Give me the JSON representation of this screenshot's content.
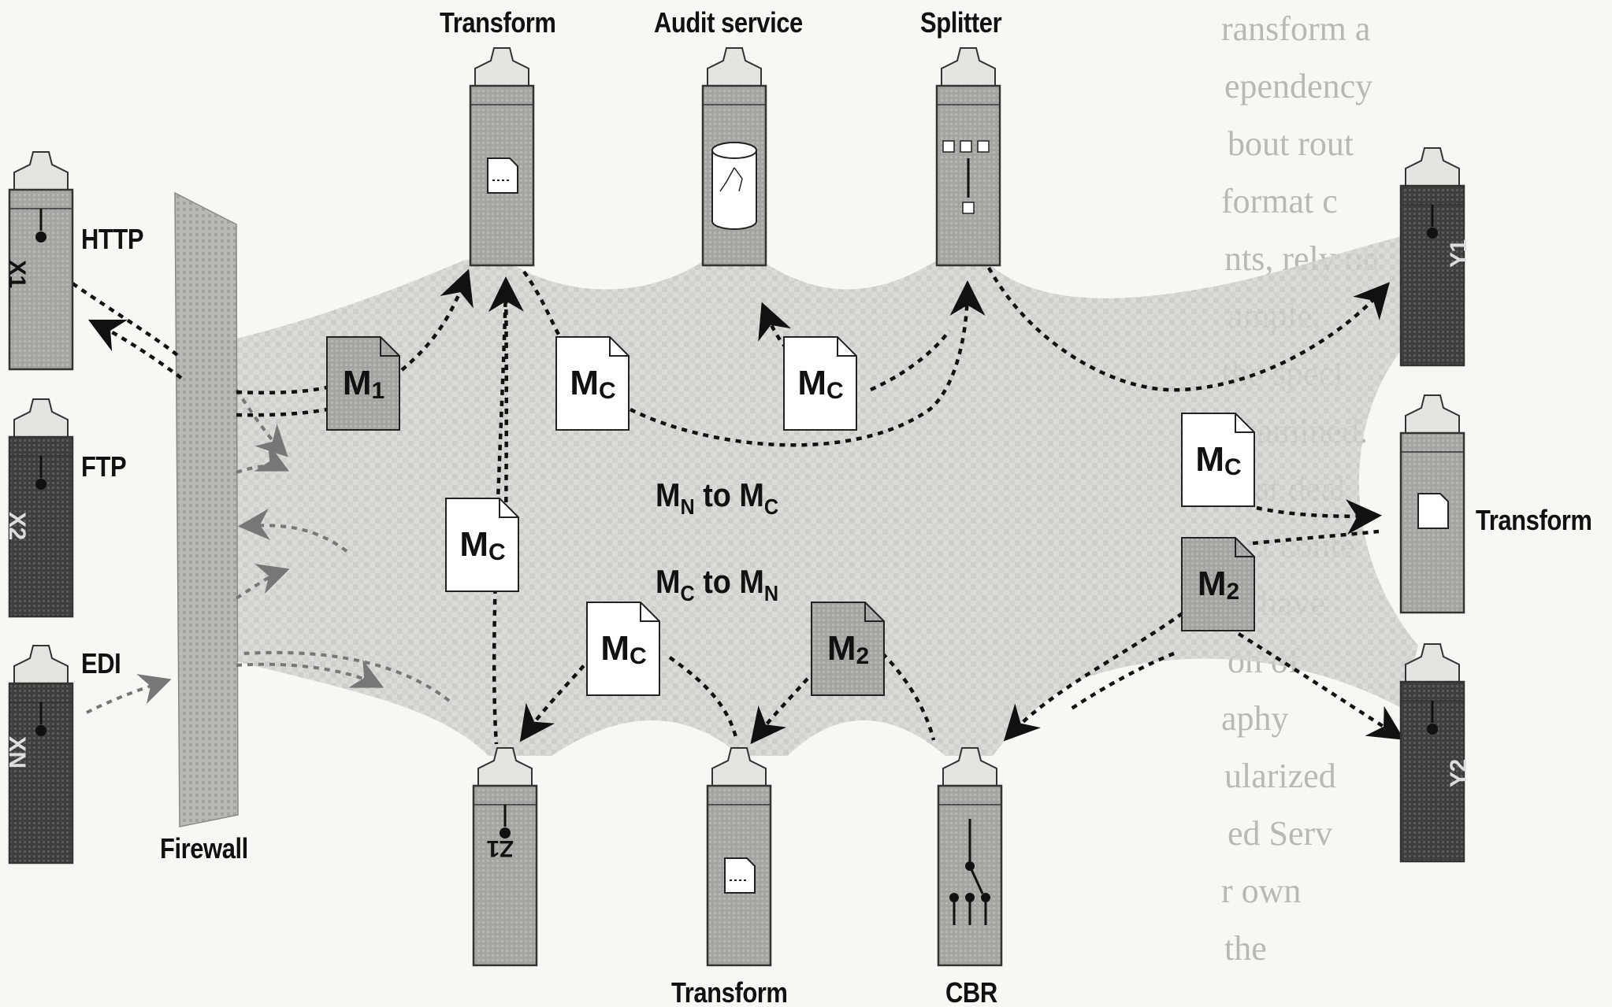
{
  "labels": {
    "transform_top": "Transform",
    "audit_service": "Audit service",
    "splitter": "Splitter",
    "http": "HTTP",
    "ftp": "FTP",
    "edi": "EDI",
    "firewall": "Firewall",
    "transform_right": "Transform",
    "transform_bottom": "Transform",
    "cbr": "CBR"
  },
  "flow_labels": {
    "mn_to_mc": {
      "m1": "M",
      "s1": "N",
      "mid": " to ",
      "m2": "M",
      "s2": "C"
    },
    "mc_to_mn": {
      "m1": "M",
      "s1": "C",
      "mid": " to ",
      "m2": "M",
      "s2": "N"
    }
  },
  "documents": {
    "m1": {
      "main": "M",
      "sub": "1"
    },
    "mc_top_a": {
      "main": "M",
      "sub": "C"
    },
    "mc_top_b": {
      "main": "M",
      "sub": "C"
    },
    "mc_left": {
      "main": "M",
      "sub": "C"
    },
    "mc_bottom": {
      "main": "M",
      "sub": "C"
    },
    "m2_bottom": {
      "main": "M",
      "sub": "2"
    },
    "mc_right": {
      "main": "M",
      "sub": "C"
    },
    "m2_right": {
      "main": "M",
      "sub": "2"
    }
  },
  "endpoints": {
    "x1": "X1",
    "x2": "X2",
    "xn": "XN",
    "y1": "Y1",
    "y2": "Y2",
    "z1": "Z1"
  },
  "background_text": [
    "ransform a",
    "ependency",
    "bout rout",
    "format c",
    "nts, rely on",
    "ample,",
    "the speci",
    "examined.",
    "reat deal",
    "lect conte",
    "re have",
    "on of",
    "aphy",
    "ularized",
    "ed Serv",
    "r own",
    "the"
  ],
  "colors": {
    "cloud": "#d4d4d0",
    "service_light": "#a8a8a4",
    "service_dark": "#4a4a48",
    "document_light": "#ffffff",
    "document_dark": "#9a9a96",
    "arrow": "#111111"
  }
}
